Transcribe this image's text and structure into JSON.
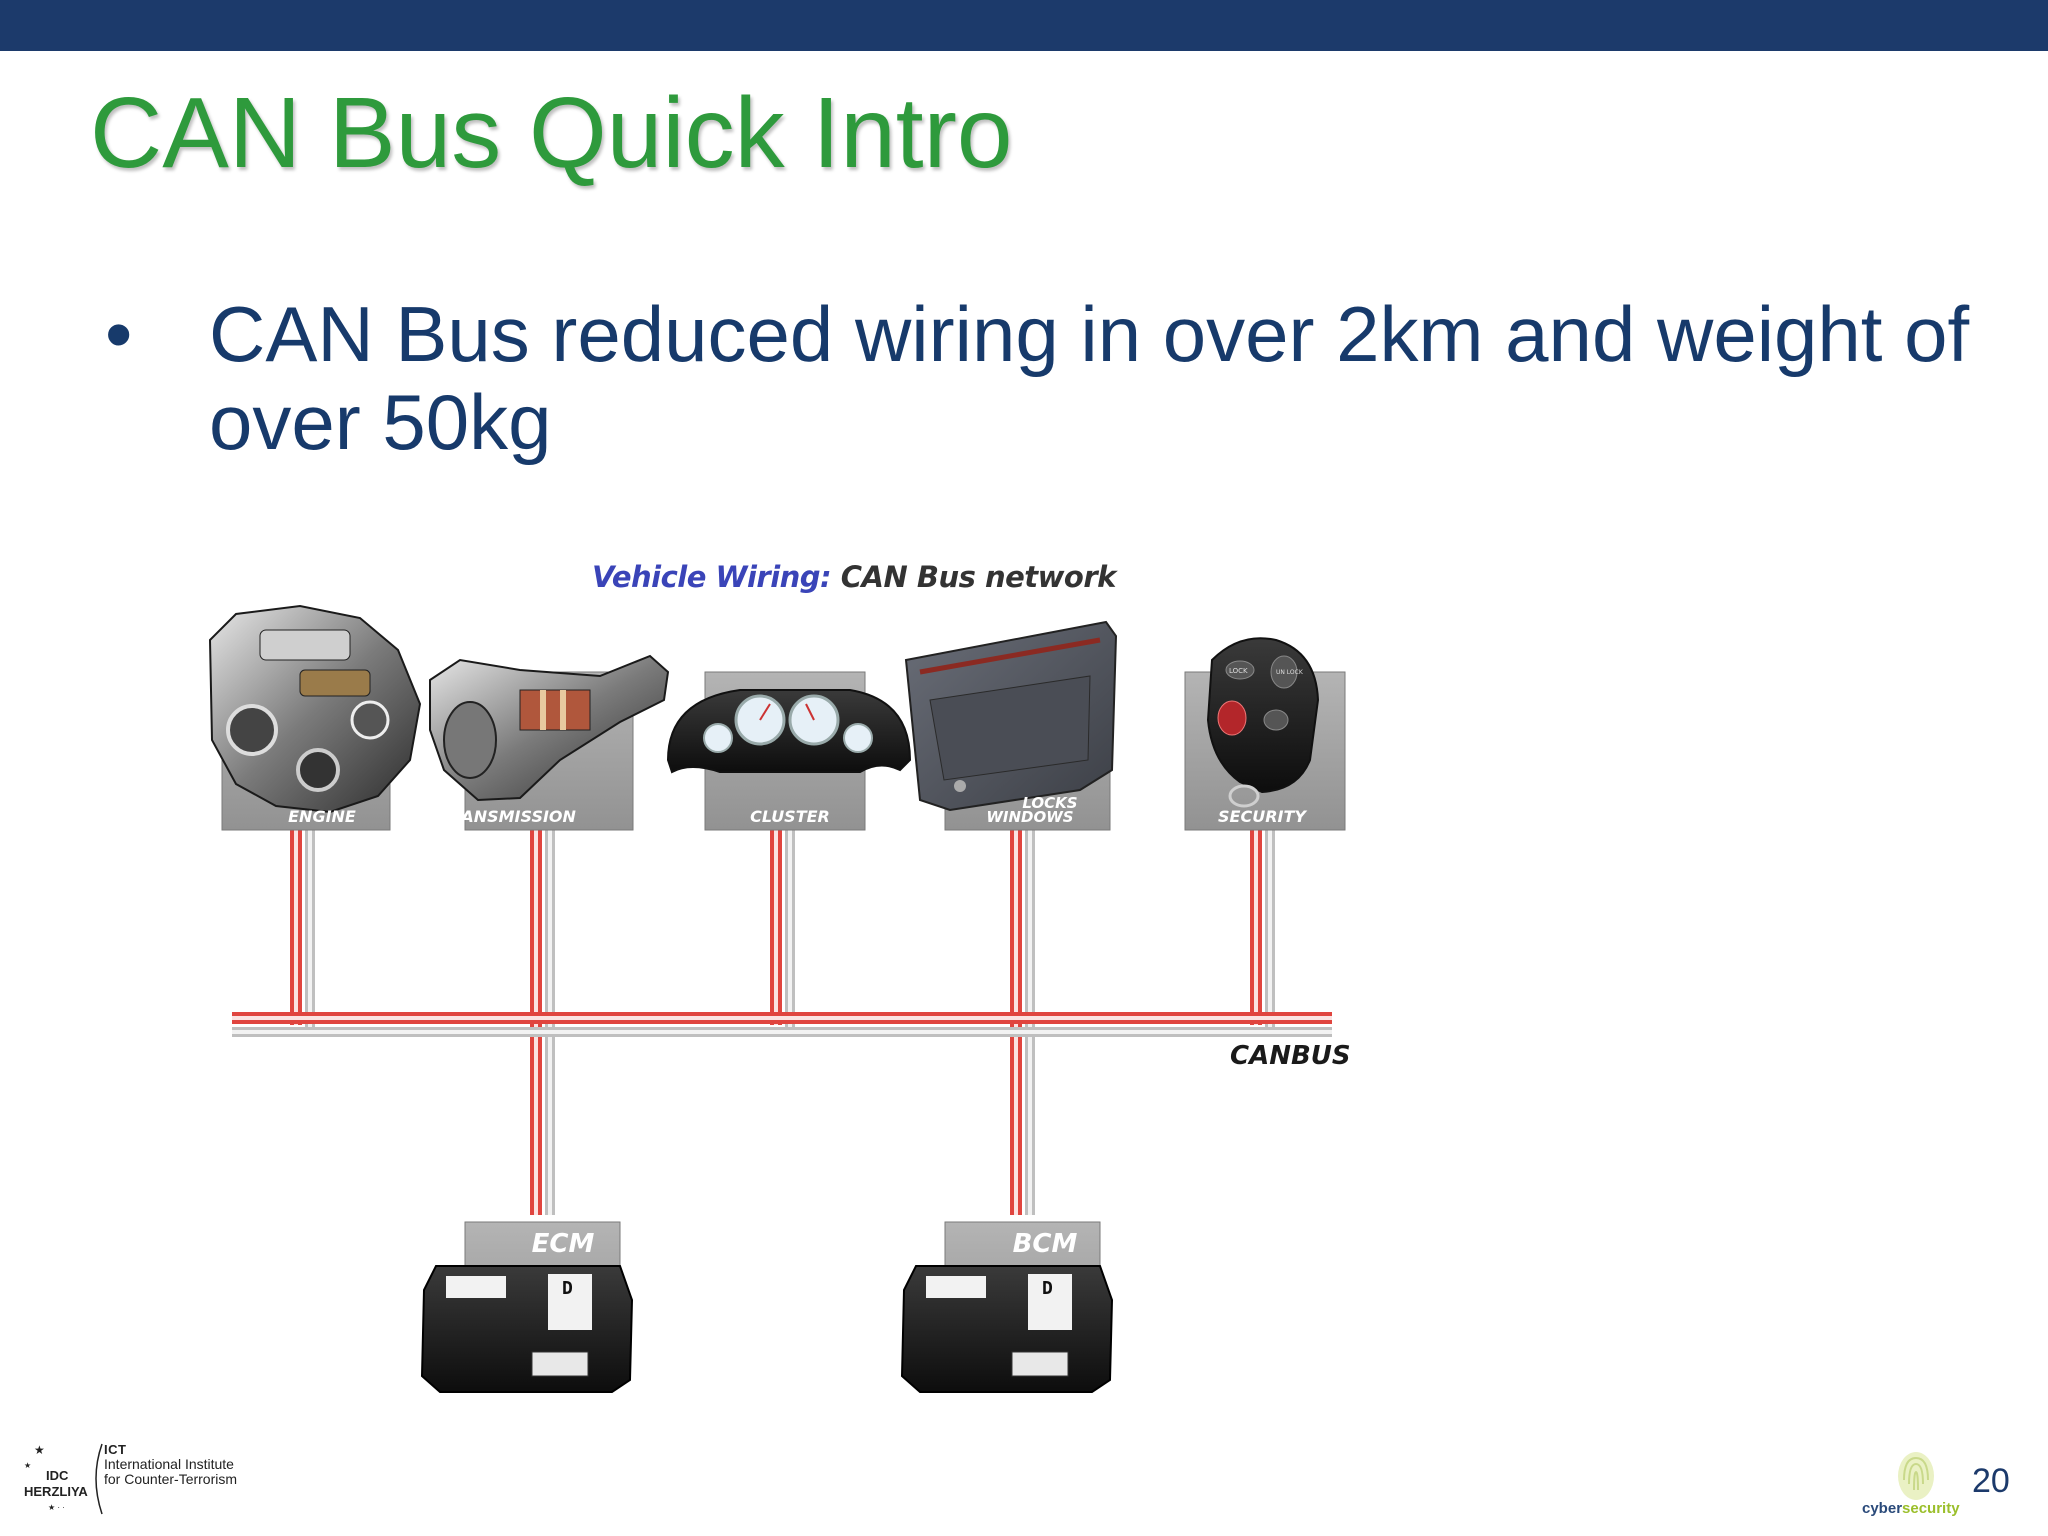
{
  "slide": {
    "title": "CAN Bus Quick Intro",
    "bullets": [
      {
        "marker": "•",
        "text": "CAN Bus reduced wiring in over 2km and weight of over 50kg"
      }
    ]
  },
  "diagram": {
    "title_part1": "Vehicle Wiring:",
    "title_part2": " CAN Bus network",
    "modules": {
      "engine": "ENGINE",
      "transmission": "TRANSMISSION",
      "cluster": "CLUSTER",
      "locks_line1": "LOCKS",
      "locks_line2": "WINDOWS",
      "security": "SECURITY",
      "ecm": "ECM",
      "bcm": "BCM"
    },
    "bus_label": "CANBUS",
    "fob_buttons": [
      "LOCK",
      "UN LOCK"
    ],
    "unit_letter": "D"
  },
  "footer": {
    "idc_line1": "IDC",
    "idc_line2": "HERZLIYA",
    "ict_mark": "ICT",
    "ict_line1": "International Institute",
    "ict_line2": "for Counter-Terrorism",
    "cyber_a": "cyber",
    "cyber_b": "security",
    "page_number": "20"
  },
  "colors": {
    "top_bar": "#1c3a6b",
    "title": "#2e9a3c",
    "body_text": "#173a6b",
    "wire_red": "#e0453f",
    "wire_gray": "#bfbfbf",
    "panel_gray": "#a3a3a3"
  }
}
